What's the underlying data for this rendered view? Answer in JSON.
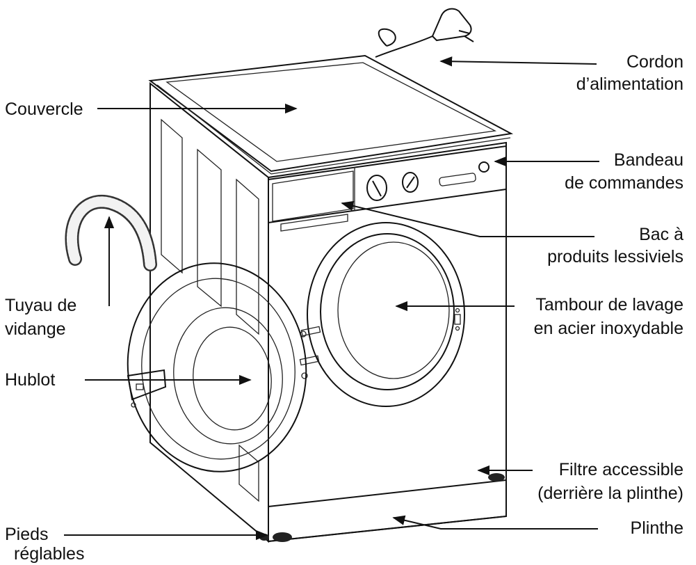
{
  "labels": {
    "cordon": [
      "Cordon",
      "d’alimentation"
    ],
    "couvercle": [
      "Couvercle"
    ],
    "bandeau": [
      "Bandeau",
      "de commandes"
    ],
    "bac": [
      "Bac à",
      "produits lessiviels"
    ],
    "tambour": [
      "Tambour de lavage",
      "en acier inoxydable"
    ],
    "tuyau": [
      "Tuyau de",
      "vidange"
    ],
    "hublot": [
      "Hublot"
    ],
    "filtre": [
      "Filtre accessible",
      "(derrière la plinthe)"
    ],
    "plinthe": [
      "Plinthe"
    ],
    "pieds": [
      "Pieds",
      "réglables"
    ]
  },
  "colors": {
    "stroke": "#111111",
    "panel": "#f7f7f7",
    "drum": "#e6e6e6"
  }
}
